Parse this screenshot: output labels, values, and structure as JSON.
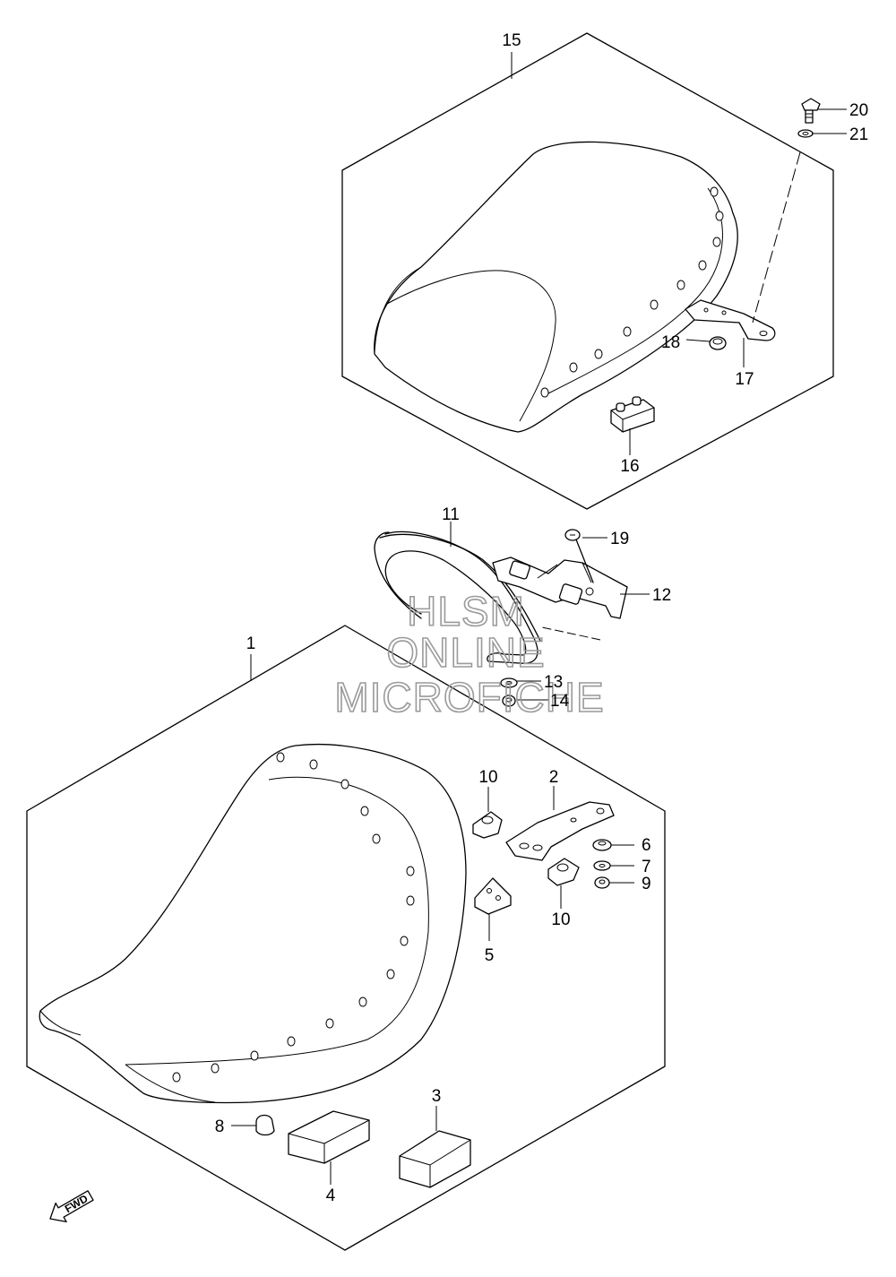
{
  "callouts": {
    "p1": "1",
    "p2": "2",
    "p3": "3",
    "p4": "4",
    "p5": "5",
    "p6": "6",
    "p7": "7",
    "p8": "8",
    "p9": "9",
    "p10a": "10",
    "p10b": "10",
    "p11": "11",
    "p12": "12",
    "p13": "13",
    "p14": "14",
    "p15": "15",
    "p16": "16",
    "p17": "17",
    "p18": "18",
    "p19": "19",
    "p20": "20",
    "p21": "21"
  },
  "watermark": {
    "line1": "HLSM",
    "line2": "ONLINE",
    "line3": "MICROFICHE"
  },
  "fwd_label": "FWD"
}
